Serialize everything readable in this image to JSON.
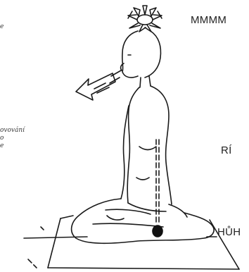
{
  "left_text_fragments": [
    "e",
    "ovování",
    "o",
    "e"
  ],
  "syllables": {
    "top": "MMMM",
    "middle": "RÍ",
    "bottom": "HŮH"
  },
  "colors": {
    "ink": "#1a1a1a",
    "text": "#222222",
    "background": "#ffffff"
  }
}
